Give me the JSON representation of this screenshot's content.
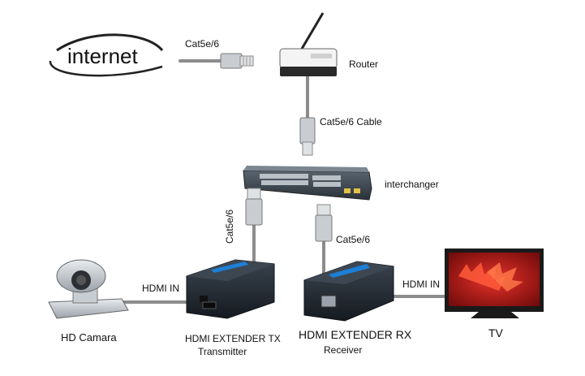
{
  "labels": {
    "internet": "internet",
    "cable_top": "Cat5e/6",
    "router": "Router",
    "cable_mid": "Cat5e/6  Cable",
    "switch": "interchanger",
    "cable_left": "Cat5e/6",
    "cable_right": "Cat5e/6",
    "hdmi_in_left": "HDMI IN",
    "hdmi_in_right": "HDMI IN",
    "camera": "HD Camara",
    "tx_line1": "HDMI EXTENDER TX",
    "tx_line2": "Transmitter",
    "rx_line1": "HDMI EXTENDER RX",
    "rx_line2": "Receiver",
    "tv": "TV"
  },
  "colors": {
    "cable": "#8c8c8c",
    "device_body": "#222a33",
    "device_accent": "#1d7fd6",
    "tv_frame": "#1a1a1a",
    "tv_screen_bg": "#c01a1a",
    "switch_body": "#3c4650"
  },
  "icons": {
    "router": "router-icon",
    "switch": "network-switch-icon",
    "camera": "ptz-camera-icon",
    "tx": "hdmi-extender-tx-icon",
    "rx": "hdmi-extender-rx-icon",
    "tv": "tv-icon"
  }
}
